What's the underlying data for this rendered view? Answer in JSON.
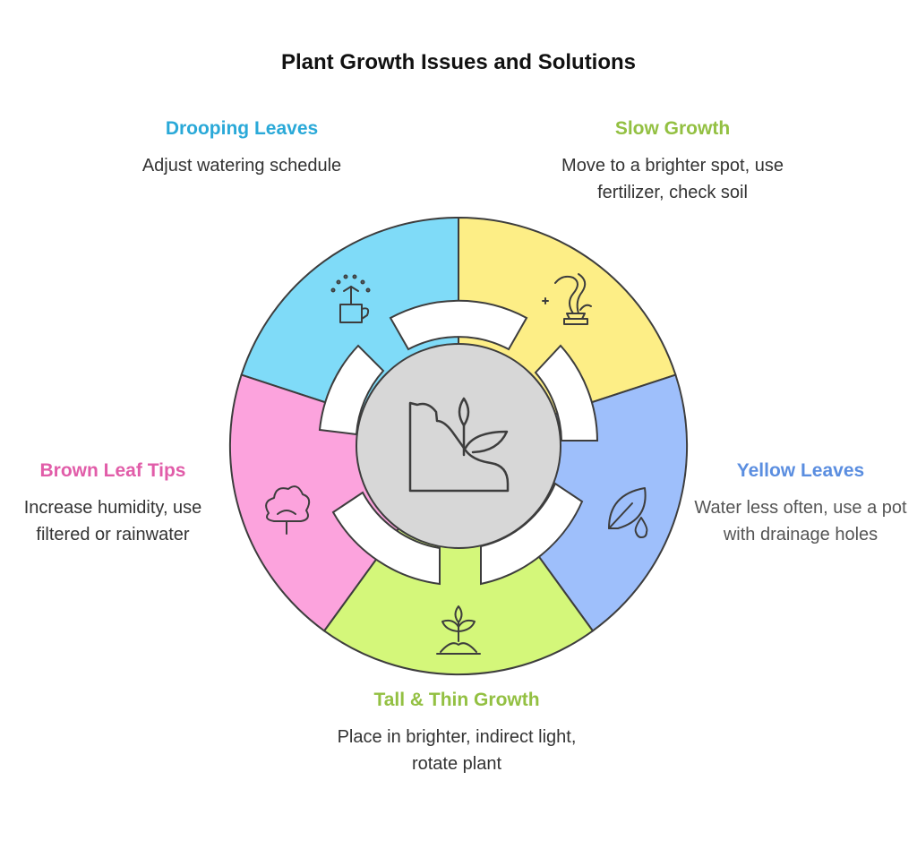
{
  "title": "Plant Growth Issues and Solutions",
  "segments": [
    {
      "id": "drooping",
      "title": "Drooping Leaves",
      "solution": "Adjust watering schedule",
      "color": "#7fdbf8",
      "title_color": "#2aa9d8",
      "icon": "watering-can-icon"
    },
    {
      "id": "slow",
      "title": "Slow Growth",
      "solution": "Move to a brighter spot, use fertilizer, check soil",
      "color": "#fdee86",
      "title_color": "#93c042",
      "icon": "snake-plant-icon"
    },
    {
      "id": "yellow",
      "title": "Yellow Leaves",
      "solution": "Water less often, use a pot with drainage holes",
      "color": "#9ebffb",
      "title_color": "#5b8ee0",
      "icon": "leaf-drop-icon"
    },
    {
      "id": "tall",
      "title": "Tall & Thin Growth",
      "solution": "Place in brighter, indirect light, rotate plant",
      "color": "#d4f77a",
      "title_color": "#93c042",
      "icon": "sprout-icon"
    },
    {
      "id": "brown",
      "title": "Brown Leaf Tips",
      "solution": "Increase humidity, use filtered or rainwater",
      "color": "#fca3dd",
      "title_color": "#e15da9",
      "icon": "cloud-plant-icon"
    }
  ],
  "center": {
    "color": "#d7d7d7",
    "icon": "plant-growth-icon"
  }
}
